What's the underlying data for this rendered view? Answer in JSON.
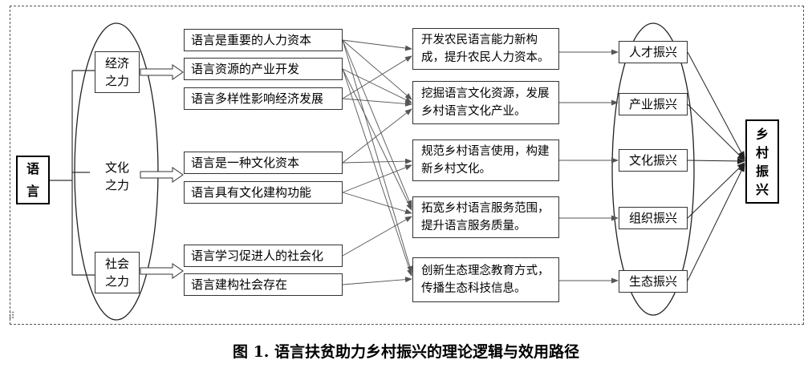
{
  "source": {
    "label": "语言"
  },
  "categories": [
    {
      "label": "经济\n之力"
    },
    {
      "label": "文化\n之力"
    },
    {
      "label": "社会\n之力"
    }
  ],
  "mechanisms": [
    "语言是重要的人力资本",
    "语言资源的产业开发",
    "语言多样性影响经济发展",
    "语言是一种文化资本",
    "语言具有文化建构功能",
    "语言学习促进人的社会化",
    "语言建构社会存在"
  ],
  "paths": [
    "开发农民语言能力新构成，提升农民人力资本。",
    "挖掘语言文化资源，发展乡村语言文化产业。",
    "规范乡村语言使用，构建新乡村文化。",
    "拓宽乡村语言服务范围，提升语言服务质量。",
    "创新生态理念教育方式，传播生态科技信息。"
  ],
  "revitalizations": [
    "人才振兴",
    "产业振兴",
    "文化振兴",
    "组织振兴",
    "生态振兴"
  ],
  "target": {
    "label": "乡村振兴"
  },
  "caption": "图 1. 语言扶贫助力乡村振兴的理论逻辑与效用路径"
}
